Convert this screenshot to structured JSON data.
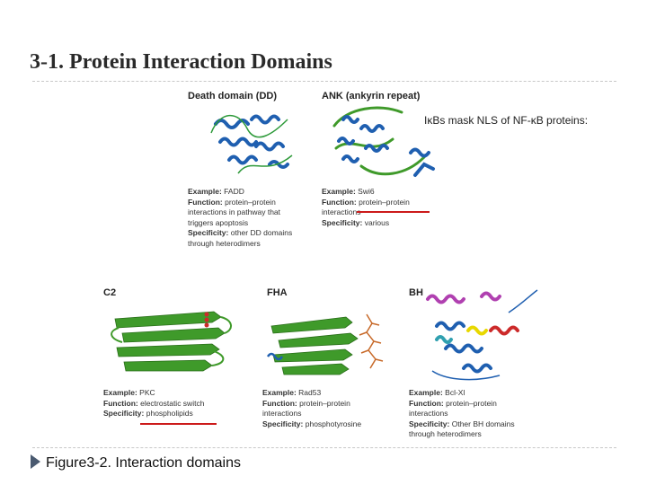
{
  "slide": {
    "title": "3-1. Protein Interaction Domains",
    "caption": "Figure3-2. Interaction domains",
    "side_note": "IκBs mask NLS of NF-κB proteins:"
  },
  "figure": {
    "panels": [
      {
        "id": "dd",
        "title": "Death domain (DD)",
        "example_label": "Example:",
        "example": "FADD",
        "function_label": "Function:",
        "function_lines": [
          "protein–protein",
          "interactions in pathway that",
          "triggers apoptosis"
        ],
        "specificity_label": "Specificity:",
        "specificity_lines": [
          "other DD domains",
          "through heterodimers"
        ]
      },
      {
        "id": "ank",
        "title": "ANK (ankyrin repeat)",
        "example_label": "Example:",
        "example": "Swi6",
        "function_label": "Function:",
        "function_lines": [
          "protein–protein",
          "interactions"
        ],
        "specificity_label": "Specificity:",
        "specificity_lines": [
          "various"
        ]
      },
      {
        "id": "c2",
        "title": "C2",
        "example_label": "Example:",
        "example": "PKC",
        "function_label": "Function:",
        "function_lines": [
          "electrostatic switch"
        ],
        "specificity_label": "Specificity:",
        "specificity_lines": [
          "phospholipids"
        ]
      },
      {
        "id": "fha",
        "title": "FHA",
        "example_label": "Example:",
        "example": "Rad53",
        "function_label": "Function:",
        "function_lines": [
          "protein–protein",
          "interactions"
        ],
        "specificity_label": "Specificity:",
        "specificity_lines": [
          "phosphotyrosine"
        ]
      },
      {
        "id": "bh",
        "title": "BH",
        "example_label": "Example:",
        "example": "Bcl-Xl",
        "function_label": "Function:",
        "function_lines": [
          "protein–protein",
          "interactions"
        ],
        "specificity_label": "Specificity:",
        "specificity_lines": [
          "Other BH domains",
          "through heterodimers"
        ]
      }
    ]
  },
  "colors": {
    "helix_blue": "#1f5fb0",
    "strand_green": "#3f9a2a",
    "highlight_red": "#cc1a1a",
    "ligand_orange": "#c86a2a",
    "bh_magenta": "#b040b0",
    "bh_yellow": "#e8d800",
    "bh_cyan": "#30a0b0"
  }
}
